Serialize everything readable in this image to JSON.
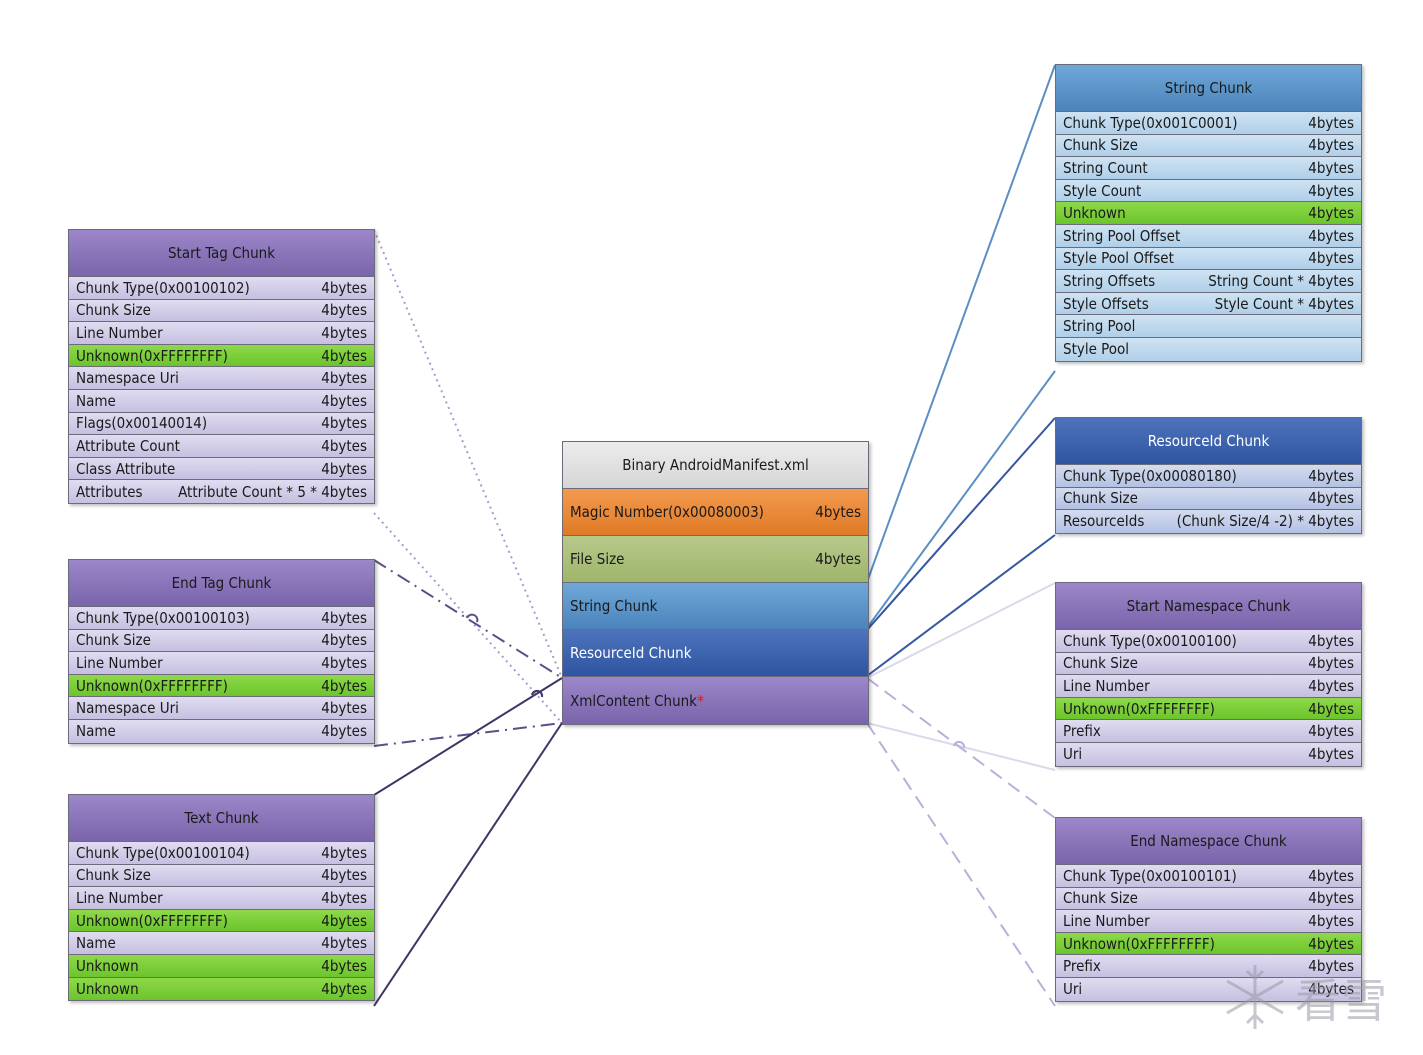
{
  "center": {
    "title": "Binary AndroidManifest.xml",
    "magic_label": "Magic Number(0x00080003)",
    "magic_size": "4bytes",
    "file_label": "File Size",
    "file_size": "4bytes",
    "string_chunk": "String Chunk",
    "resource_chunk": "ResourceId Chunk",
    "xml_chunk": "XmlContent Chunk",
    "xml_mark": "*"
  },
  "start_tag": {
    "title": "Start Tag Chunk",
    "rows": [
      {
        "label": "Chunk Type(0x00100102)",
        "size": "4bytes"
      },
      {
        "label": "Chunk Size",
        "size": "4bytes"
      },
      {
        "label": "Line Number",
        "size": "4bytes"
      },
      {
        "label": "Unknown(0xFFFFFFFF)",
        "size": "4bytes",
        "highlight": true
      },
      {
        "label": "Namespace Uri",
        "size": "4bytes"
      },
      {
        "label": "Name",
        "size": "4bytes"
      },
      {
        "label": "Flags(0x00140014)",
        "size": "4bytes"
      },
      {
        "label": "Attribute Count",
        "size": "4bytes"
      },
      {
        "label": "Class Attribute",
        "size": "4bytes"
      },
      {
        "label": "Attributes",
        "size": "Attribute Count * 5 * 4bytes"
      }
    ]
  },
  "end_tag": {
    "title": "End Tag Chunk",
    "rows": [
      {
        "label": "Chunk Type(0x00100103)",
        "size": "4bytes"
      },
      {
        "label": "Chunk Size",
        "size": "4bytes"
      },
      {
        "label": "Line Number",
        "size": "4bytes"
      },
      {
        "label": "Unknown(0xFFFFFFFF)",
        "size": "4bytes",
        "highlight": true
      },
      {
        "label": "Namespace Uri",
        "size": "4bytes"
      },
      {
        "label": "Name",
        "size": "4bytes"
      }
    ]
  },
  "text": {
    "title": "Text Chunk",
    "rows": [
      {
        "label": "Chunk Type(0x00100104)",
        "size": "4bytes"
      },
      {
        "label": "Chunk Size",
        "size": "4bytes"
      },
      {
        "label": "Line Number",
        "size": "4bytes"
      },
      {
        "label": "Unknown(0xFFFFFFFF)",
        "size": "4bytes",
        "highlight": true
      },
      {
        "label": "Name",
        "size": "4bytes"
      },
      {
        "label": "Unknown",
        "size": "4bytes",
        "highlight": true
      },
      {
        "label": "Unknown",
        "size": "4bytes",
        "highlight": true
      }
    ]
  },
  "string_box": {
    "title": "String Chunk",
    "rows": [
      {
        "label": "Chunk Type(0x001C0001)",
        "size": "4bytes"
      },
      {
        "label": "Chunk Size",
        "size": "4bytes"
      },
      {
        "label": "String Count",
        "size": "4bytes"
      },
      {
        "label": "Style Count",
        "size": "4bytes"
      },
      {
        "label": "Unknown",
        "size": "4bytes",
        "highlight": true
      },
      {
        "label": "String Pool Offset",
        "size": "4bytes"
      },
      {
        "label": "Style Pool Offset",
        "size": "4bytes"
      },
      {
        "label": "String Offsets",
        "size": "String Count * 4bytes"
      },
      {
        "label": "Style Offsets",
        "size": "Style Count * 4bytes"
      },
      {
        "label": "String Pool",
        "size": ""
      },
      {
        "label": "Style Pool",
        "size": ""
      }
    ]
  },
  "resource_box": {
    "title": "ResourceId Chunk",
    "rows": [
      {
        "label": "Chunk Type(0x00080180)",
        "size": "4bytes"
      },
      {
        "label": "Chunk Size",
        "size": "4bytes"
      },
      {
        "label": "ResourceIds",
        "size": "(Chunk Size/4 -2) * 4bytes"
      }
    ]
  },
  "start_ns": {
    "title": "Start Namespace Chunk",
    "rows": [
      {
        "label": "Chunk Type(0x00100100)",
        "size": "4bytes"
      },
      {
        "label": "Chunk Size",
        "size": "4bytes"
      },
      {
        "label": "Line Number",
        "size": "4bytes"
      },
      {
        "label": "Unknown(0xFFFFFFFF)",
        "size": "4bytes",
        "highlight": true
      },
      {
        "label": "Prefix",
        "size": "4bytes"
      },
      {
        "label": "Uri",
        "size": "4bytes"
      }
    ]
  },
  "end_ns": {
    "title": "End Namespace Chunk",
    "rows": [
      {
        "label": "Chunk Type(0x00100101)",
        "size": "4bytes"
      },
      {
        "label": "Chunk Size",
        "size": "4bytes"
      },
      {
        "label": "Line Number",
        "size": "4bytes"
      },
      {
        "label": "Unknown(0xFFFFFFFF)",
        "size": "4bytes",
        "highlight": true
      },
      {
        "label": "Prefix",
        "size": "4bytes"
      },
      {
        "label": "Uri",
        "size": "4bytes"
      }
    ]
  },
  "watermark": {
    "text": "看雪",
    "icon": "snowflake-icon"
  },
  "colors": {
    "purple": "#8a75bb",
    "blue": "#5b95c9",
    "navy": "#3a60ad",
    "orange": "#e8893a",
    "olive": "#a9bd79",
    "green": "#78cc38",
    "grey": "#e0e0e0"
  }
}
